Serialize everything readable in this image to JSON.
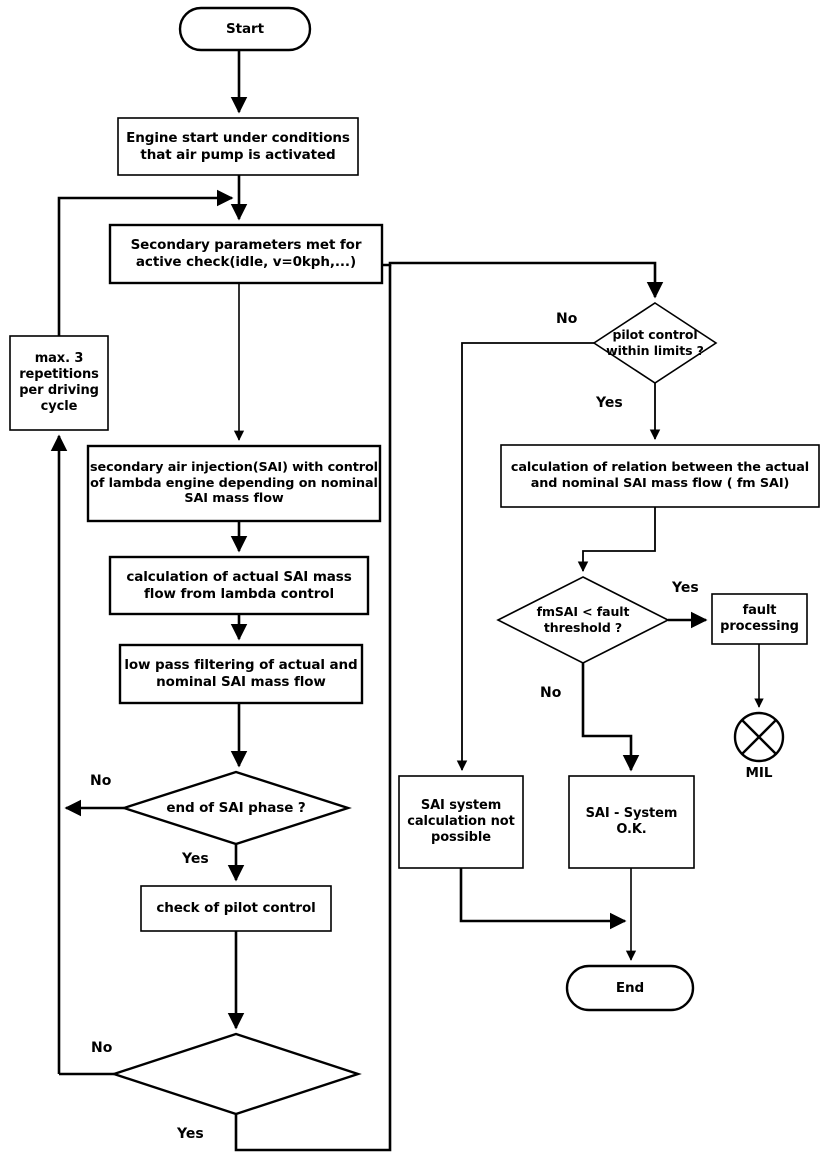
{
  "diagram": {
    "title": "Secondary Air Injection (SAI) diagnostic flowchart",
    "type": "flowchart",
    "stroke_color": "#000000",
    "fill_color": "#ffffff",
    "nodes": [
      {
        "id": "start",
        "shape": "terminator",
        "label": "Start"
      },
      {
        "id": "engine_start",
        "shape": "process",
        "label": "Engine start under conditions\nthat air pump is activated"
      },
      {
        "id": "sec_params",
        "shape": "process",
        "label": "Secondary parameters met for\nactive check(idle, v=0kph,...)"
      },
      {
        "id": "max3",
        "shape": "process",
        "label": "max. 3\nrepetitions\nper driving\ncycle"
      },
      {
        "id": "sai_inject",
        "shape": "process",
        "label": "secondary air injection(SAI) with control\nof lambda engine depending on nominal\nSAI mass flow"
      },
      {
        "id": "calc_actual",
        "shape": "process",
        "label": "calculation of actual SAI mass\nflow from lambda control"
      },
      {
        "id": "lowpass",
        "shape": "process",
        "label": "low pass filtering of actual and\nnominal SAI mass flow"
      },
      {
        "id": "end_phase",
        "shape": "decision",
        "label": "end of SAI phase ?"
      },
      {
        "id": "check_pilot",
        "shape": "process",
        "label": "check of pilot control"
      },
      {
        "id": "blank_dec",
        "shape": "decision",
        "label": ""
      },
      {
        "id": "pilot_limits",
        "shape": "decision",
        "label": "pilot control\nwithin limits ?"
      },
      {
        "id": "calc_rel",
        "shape": "process",
        "label": "calculation of relation between the actual\nand nominal SAI mass flow ( fm SAI)"
      },
      {
        "id": "fmsai_dec",
        "shape": "decision",
        "label": "fmSAI < fault\nthreshold ?"
      },
      {
        "id": "fault_proc",
        "shape": "process",
        "label": "fault\nprocessing"
      },
      {
        "id": "mil",
        "shape": "circle-x",
        "label": "MIL"
      },
      {
        "id": "sai_not_poss",
        "shape": "process",
        "label": "SAI system\ncalculation not\npossible"
      },
      {
        "id": "sai_ok",
        "shape": "process",
        "label": "SAI - System\nO.K."
      },
      {
        "id": "end",
        "shape": "terminator",
        "label": "End"
      }
    ],
    "edge_labels": [
      {
        "id": "endphase_no",
        "text": "No"
      },
      {
        "id": "endphase_yes",
        "text": "Yes"
      },
      {
        "id": "blankdec_no",
        "text": "No"
      },
      {
        "id": "blankdec_yes",
        "text": "Yes"
      },
      {
        "id": "pilot_no",
        "text": "No"
      },
      {
        "id": "pilot_yes",
        "text": "Yes"
      },
      {
        "id": "fmsai_yes",
        "text": "Yes"
      },
      {
        "id": "fmsai_no",
        "text": "No"
      }
    ]
  }
}
